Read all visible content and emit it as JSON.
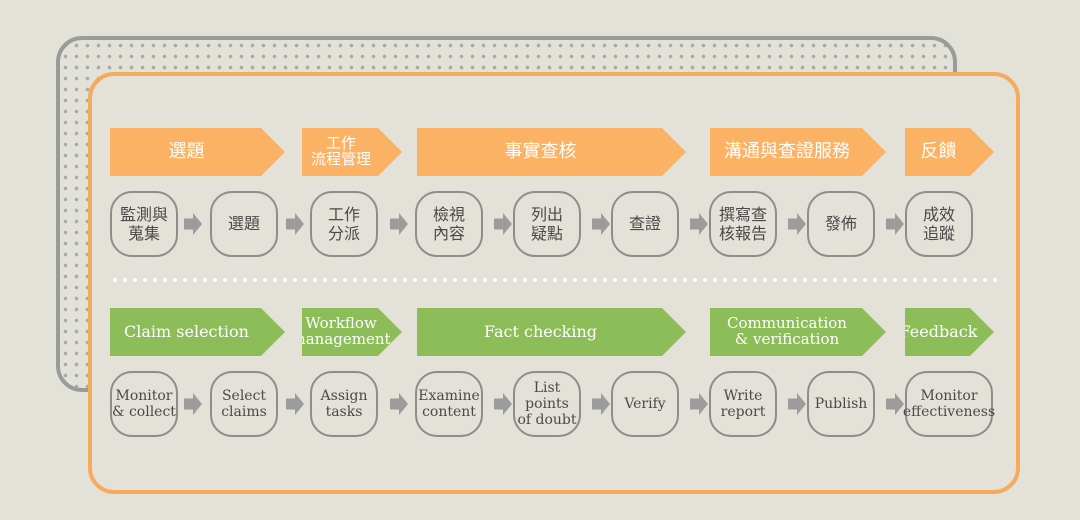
{
  "zh": {
    "phases": [
      "選題",
      "工作\n流程管理",
      "事實查核",
      "溝通與查證服務",
      "反饋"
    ],
    "steps": [
      "監測與\n蒐集",
      "選題",
      "工作\n分派",
      "檢視\n內容",
      "列出\n疑點",
      "查證",
      "撰寫查\n核報告",
      "發佈",
      "成效\n追蹤"
    ]
  },
  "en": {
    "phases": [
      "Claim selection",
      "Workflow\nmanagement",
      "Fact checking",
      "Communication\n& verification",
      "Feedback"
    ],
    "steps": [
      "Monitor\n& collect",
      "Select\nclaims",
      "Assign\ntasks",
      "Examine\ncontent",
      "List points\nof doubt",
      "Verify",
      "Write\nreport",
      "Publish",
      "Monitor\neffectiveness"
    ]
  },
  "colors": {
    "zh_banner": "#fbb264",
    "en_banner": "#8dbd59",
    "frame": "#f6aa5c",
    "node_border": "#8d8d8d"
  }
}
